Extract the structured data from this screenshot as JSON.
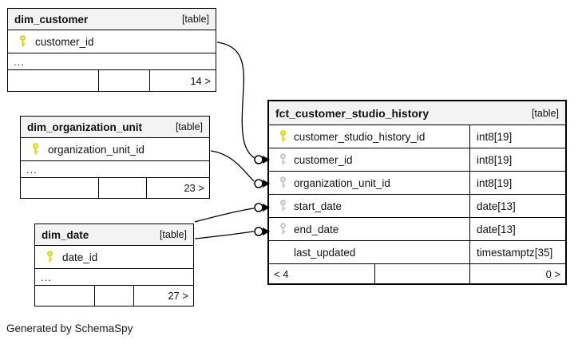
{
  "note": "Generated by SchemaSpy",
  "colors": {
    "pk": "#d6d600",
    "fk": "#c6c6c6",
    "header_bg": "#f3f3f3",
    "line": "#000000"
  },
  "tables": {
    "dim_customer": {
      "title": "dim_customer",
      "badge": "[table]",
      "columns": [
        {
          "name": "customer_id",
          "key": "pk"
        }
      ],
      "more": "...",
      "footer": {
        "left": "",
        "mid": "",
        "right": "14 >"
      }
    },
    "dim_organization_unit": {
      "title": "dim_organization_unit",
      "badge": "[table]",
      "columns": [
        {
          "name": "organization_unit_id",
          "key": "pk"
        }
      ],
      "more": "...",
      "footer": {
        "left": "",
        "mid": "",
        "right": "23 >"
      }
    },
    "dim_date": {
      "title": "dim_date",
      "badge": "[table]",
      "columns": [
        {
          "name": "date_id",
          "key": "pk"
        }
      ],
      "more": "...",
      "footer": {
        "left": "",
        "mid": "",
        "right": "27 >"
      }
    },
    "fct_customer_studio_history": {
      "title": "fct_customer_studio_history",
      "badge": "[table]",
      "columns": [
        {
          "name": "customer_studio_history_id",
          "type": "int8[19]",
          "key": "pk"
        },
        {
          "name": "customer_id",
          "type": "int8[19]",
          "key": "fk"
        },
        {
          "name": "organization_unit_id",
          "type": "int8[19]",
          "key": "fk"
        },
        {
          "name": "start_date",
          "type": "date[13]",
          "key": "fk"
        },
        {
          "name": "end_date",
          "type": "date[13]",
          "key": "fk"
        },
        {
          "name": "last_updated",
          "type": "timestamptz[35]",
          "key": "none"
        }
      ],
      "footer": {
        "left": "< 4",
        "mid": "",
        "right": "0 >"
      }
    }
  },
  "relationships": [
    {
      "from": "dim_customer.customer_id",
      "to": "fct_customer_studio_history.customer_id"
    },
    {
      "from": "dim_organization_unit.organization_unit_id",
      "to": "fct_customer_studio_history.organization_unit_id"
    },
    {
      "from": "dim_date.date_id",
      "to": "fct_customer_studio_history.start_date"
    },
    {
      "from": "dim_date.date_id",
      "to": "fct_customer_studio_history.end_date"
    }
  ]
}
